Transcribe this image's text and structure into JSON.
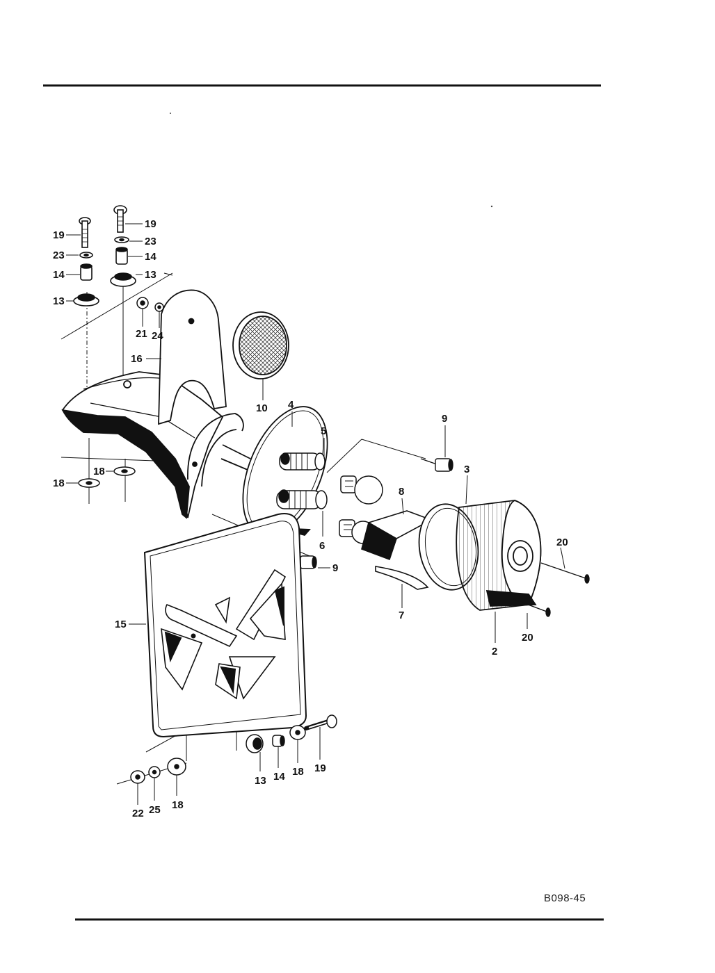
{
  "document_code": "B098-45",
  "colors": {
    "ink": "#111111",
    "paper": "#ffffff"
  },
  "callouts": {
    "c19a": "19",
    "c23a": "23",
    "c14a": "14",
    "c13a": "13",
    "c19b": "19",
    "c23b": "23",
    "c14b": "14",
    "c13b": "13",
    "c21": "21",
    "c24": "24",
    "c16": "16",
    "c10": "10",
    "c4": "4",
    "c5": "5",
    "c9a": "9",
    "c3": "3",
    "c8": "8",
    "c18a": "18",
    "c18b": "18",
    "c6": "6",
    "c9b": "9",
    "c20a": "20",
    "c20b": "20",
    "c7": "7",
    "c2": "2",
    "c15": "15",
    "c13c": "13",
    "c14c": "14",
    "c18c": "18",
    "c19c": "19",
    "c22": "22",
    "c25": "25",
    "c18d": "18"
  }
}
